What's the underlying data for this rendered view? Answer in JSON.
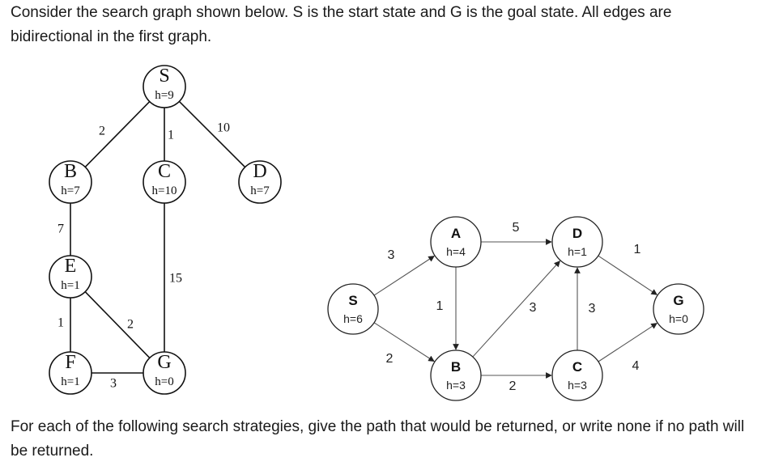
{
  "intro_text": "Consider the search graph shown below. S is the start state and G is the goal state. All edges are bidirectional in the first graph.",
  "outro_text": "For each of the following search strategies, give the path that would be returned, or write none if no path will be returned.",
  "graph1": {
    "nodes": [
      {
        "id": "S",
        "label": "S",
        "h": "h=9"
      },
      {
        "id": "B",
        "label": "B",
        "h": "h=7"
      },
      {
        "id": "C",
        "label": "C",
        "h": "h=10"
      },
      {
        "id": "D",
        "label": "D",
        "h": "h=7"
      },
      {
        "id": "E",
        "label": "E",
        "h": "h=1"
      },
      {
        "id": "F",
        "label": "F",
        "h": "h=1"
      },
      {
        "id": "G",
        "label": "G",
        "h": "h=0"
      }
    ],
    "edges": [
      {
        "from": "S",
        "to": "B",
        "weight": "2"
      },
      {
        "from": "S",
        "to": "C",
        "weight": "1"
      },
      {
        "from": "S",
        "to": "D",
        "weight": "10"
      },
      {
        "from": "B",
        "to": "E",
        "weight": "7"
      },
      {
        "from": "C",
        "to": "G",
        "weight": "15"
      },
      {
        "from": "E",
        "to": "F",
        "weight": "1"
      },
      {
        "from": "E",
        "to": "G",
        "weight": "2"
      },
      {
        "from": "F",
        "to": "G",
        "weight": "3"
      }
    ]
  },
  "graph2": {
    "nodes": [
      {
        "id": "S",
        "label": "S",
        "h": "h=6"
      },
      {
        "id": "A",
        "label": "A",
        "h": "h=4"
      },
      {
        "id": "B",
        "label": "B",
        "h": "h=3"
      },
      {
        "id": "D",
        "label": "D",
        "h": "h=1"
      },
      {
        "id": "C",
        "label": "C",
        "h": "h=3"
      },
      {
        "id": "G",
        "label": "G",
        "h": "h=0"
      }
    ],
    "edges": [
      {
        "from": "S",
        "to": "A",
        "weight": "3"
      },
      {
        "from": "S",
        "to": "B",
        "weight": "2"
      },
      {
        "from": "A",
        "to": "D",
        "weight": "5"
      },
      {
        "from": "A",
        "to": "B",
        "weight": "1"
      },
      {
        "from": "B",
        "to": "C",
        "weight": "2"
      },
      {
        "from": "B",
        "to": "D",
        "weight": "3"
      },
      {
        "from": "C",
        "to": "D",
        "weight": "3"
      },
      {
        "from": "D",
        "to": "G",
        "weight": "1"
      },
      {
        "from": "C",
        "to": "G",
        "weight": "4"
      }
    ]
  }
}
